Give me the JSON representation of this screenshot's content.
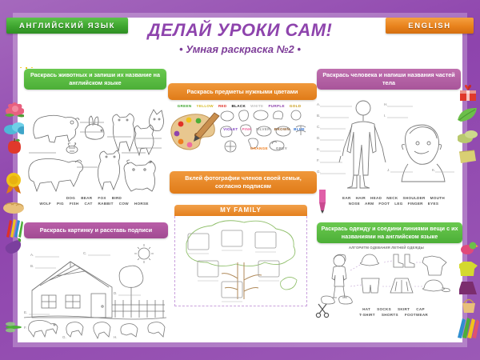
{
  "header": {
    "ribbon_left": "АНГЛИЙСКИЙ ЯЗЫК",
    "ribbon_right": "ENGLISH",
    "title": "ДЕЛАЙ УРОКИ САМ!",
    "subtitle": "• Умная раскраска №2 •"
  },
  "sections": {
    "animals": {
      "banner": "Раскрась животных и запиши их название на английском языке",
      "words_row1": [
        "DOG",
        "BEAR",
        "FOX",
        "BIRD"
      ],
      "words_row2": [
        "WOLF",
        "PIG",
        "FISH",
        "CAT",
        "RABBIT",
        "COW",
        "HORSE"
      ],
      "banner_color": "#4caf37"
    },
    "colors": {
      "banner": "Раскрась предметы нужными цветами",
      "banner_color": "#e07b18",
      "words_row1": [
        "GREEN",
        "YELLOW",
        "RED",
        "BLACK",
        "WHITE",
        "PURPLE",
        "GOLD"
      ],
      "words_row2": [
        "VIOLET",
        "PINK",
        "SILVER",
        "BROWN",
        "BLUE"
      ],
      "words_row3": [
        "ORANGE",
        "GREY"
      ],
      "swatches": [
        "#3ea52f",
        "#f2d02a",
        "#e03127",
        "#1a1a1a",
        "#f2f2f2",
        "#8e44ad",
        "#d4a017",
        "#7d3cc0",
        "#f06aa0",
        "#b8b8b8",
        "#8b5a2b",
        "#2f6fd0",
        "#ef7d1e",
        "#8c8c8c"
      ]
    },
    "family": {
      "banner": "Вклей фотографии членов своей семьи, согласно подписям",
      "banner_color": "#e07b18",
      "title": "MY FAMILY"
    },
    "body_parts": {
      "banner": "Раскрась человека и напиши названия частей тела",
      "banner_color": "#a8559a",
      "words_row1": [
        "EAR",
        "HAIR",
        "HEAD",
        "NECK",
        "SHOULDER",
        "MOUTH"
      ],
      "words_row2": [
        "NOSE",
        "ARM",
        "FOOT",
        "LEG",
        "FINGER",
        "EYES"
      ],
      "labels": [
        "A.",
        "B.",
        "C.",
        "D.",
        "E.",
        "F.",
        "G.",
        "H.",
        "I.",
        "J.",
        "K.",
        "L."
      ]
    },
    "picture": {
      "banner": "Раскрась картинку и расставь подписи",
      "banner_color": "#a14b92",
      "labels": [
        "A.",
        "B.",
        "C.",
        "D.",
        "E.",
        "F.",
        "G.",
        "H."
      ]
    },
    "clothes": {
      "banner": "Раскрась одежду и соедини линиями вещи с их названиями на английском языке",
      "banner_color": "#4caf37",
      "algorithm_title": "АЛГОРИТМ ОДЕВАНИЯ ЛЕТНЕЙ ОДЕЖДЫ",
      "words_row1": [
        "HAT",
        "SOCKS",
        "SKIRT",
        "CAP"
      ],
      "words_row2": [
        "T-SHIRT",
        "SHORTS",
        "FOOTWEAR"
      ]
    }
  },
  "theme": {
    "frame": "#8e44ad",
    "green": "#4caf37",
    "orange": "#e07b18",
    "purple": "#a8559a",
    "title_color": "#8e44ad"
  }
}
